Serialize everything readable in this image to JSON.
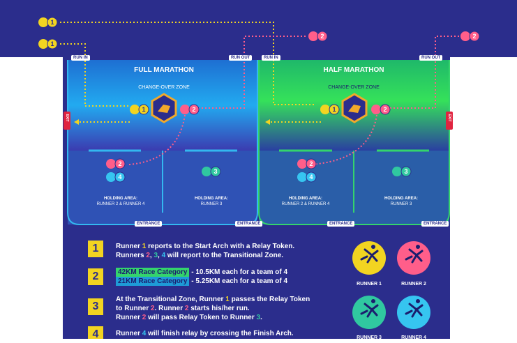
{
  "tags": {
    "run_in": "RUN IN",
    "run_out": "RUN OUT",
    "exit": "EXIT",
    "entrance": "ENTRANCE"
  },
  "zones": {
    "full_title": "FULL MARATHON",
    "half_title": "HALF MARATHON",
    "changeover": "CHANGE-OVER ZONE"
  },
  "holding": {
    "label": "HOLDING AREA:",
    "runners_2_4": "RUNNER 2 & RUNNER 4",
    "runner_3": "RUNNER 3"
  },
  "badges": {
    "r1": "1",
    "r2": "2",
    "r3": "3",
    "r4": "4"
  },
  "steps": [
    {
      "num": "1"
    },
    {
      "num": "2"
    },
    {
      "num": "3"
    },
    {
      "num": "4"
    }
  ],
  "step1": {
    "a": "Runner ",
    "a_num": "1",
    "a_rest": " reports to the Start Arch with a Relay Token.",
    "b": "Runners ",
    "b2": "2",
    "b_sep1": ", ",
    "b3": "3",
    "b_sep2": ", ",
    "b4": "4",
    "b_rest": " will report to the Transitional Zone."
  },
  "step2": {
    "line1_cat": "42KM Race Category",
    "line1_rest": " - 10.5KM each for a team of 4",
    "line2_cat": "21KM Race Category",
    "line2_rest": " - 5.25KM each for a team of 4"
  },
  "step3": {
    "a": "At the Transitional Zone, Runner ",
    "a_num": "1",
    "a_rest": " passes the Relay Token",
    "b": "to Runner ",
    "b_num": "2",
    "b_rest": ". Runner ",
    "b_num2": "2",
    "b_rest2": " starts his/her run.",
    "c": "Runner ",
    "c_num": "2",
    "c_rest": " will pass Relay Token to Runner ",
    "c_num2": "3",
    "c_end": "."
  },
  "step4": {
    "a": "Runner ",
    "a_num": "4",
    "a_rest": " will finish relay by crossing the Finish Arch."
  },
  "runners": [
    {
      "label": "RUNNER 1",
      "color": "#f2d421"
    },
    {
      "label": "RUNNER 2",
      "color": "#ff5e8a"
    },
    {
      "label": "RUNNER 3",
      "color": "#30c8a0"
    },
    {
      "label": "RUNNER 4",
      "color": "#36c5f0"
    }
  ],
  "colors": {
    "navy": "#2b2d8c",
    "yellow": "#f2d421",
    "pink": "#ff5e8a",
    "green": "#34d46c",
    "blue": "#36c5f0"
  }
}
